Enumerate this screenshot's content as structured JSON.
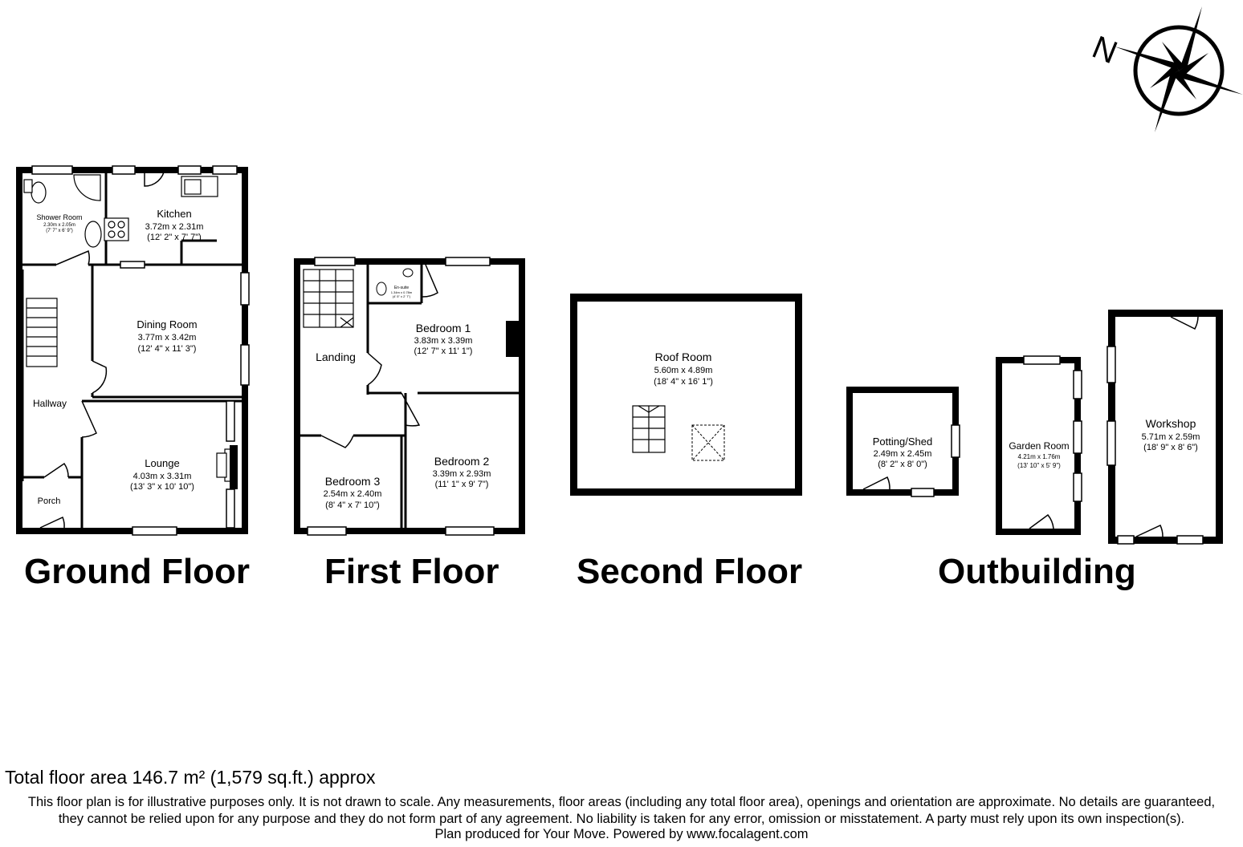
{
  "floors": {
    "ground": "Ground Floor",
    "first": "First Floor",
    "second": "Second Floor",
    "outbuilding": "Outbuilding"
  },
  "rooms": {
    "shower": {
      "name": "Shower Room",
      "m": "2.30m x 2.05m",
      "ft": "(7' 7\" x 6' 9\")"
    },
    "kitchen": {
      "name": "Kitchen",
      "m": "3.72m x 2.31m",
      "ft": "(12' 2\" x 7' 7\")"
    },
    "dining": {
      "name": "Dining Room",
      "m": "3.77m x 3.42m",
      "ft": "(12' 4\" x 11' 3\")"
    },
    "hallway": {
      "name": "Hallway"
    },
    "lounge": {
      "name": "Lounge",
      "m": "4.03m x 3.31m",
      "ft": "(13' 3\" x 10' 10\")"
    },
    "porch": {
      "name": "Porch"
    },
    "landing": {
      "name": "Landing"
    },
    "ensuite": {
      "name": "En-suite",
      "m": "1.34m x 0.78m",
      "ft": "(4' 5\" x 2' 7\")"
    },
    "bed1": {
      "name": "Bedroom 1",
      "m": "3.83m x 3.39m",
      "ft": "(12' 7\" x 11' 1\")"
    },
    "bed2": {
      "name": "Bedroom 2",
      "m": "3.39m x 2.93m",
      "ft": "(11' 1\" x 9' 7\")"
    },
    "bed3": {
      "name": "Bedroom 3",
      "m": "2.54m x 2.40m",
      "ft": "(8' 4\" x 7' 10\")"
    },
    "roof": {
      "name": "Roof Room",
      "m": "5.60m x 4.89m",
      "ft": "(18' 4\" x 16' 1\")"
    },
    "potting": {
      "name": "Potting/Shed",
      "m": "2.49m x 2.45m",
      "ft": "(8' 2\" x 8' 0\")"
    },
    "garden": {
      "name": "Garden Room",
      "m": "4.21m x 1.76m",
      "ft": "(13' 10\" x 5' 9\")"
    },
    "workshop": {
      "name": "Workshop",
      "m": "5.71m x 2.59m",
      "ft": "(18' 9\" x 8' 6\")"
    }
  },
  "compass": {
    "label": "N",
    "icon": "compass-rose-icon"
  },
  "footer": {
    "total": "Total floor area 146.7 m² (1,579 sq.ft.) approx",
    "line1": "This floor plan is for illustrative purposes only. It is not drawn to scale. Any measurements, floor areas (including any total floor area), openings and orientation are approximate. No details are guaranteed,",
    "line2": "they cannot be relied upon for any purpose and they do not form part of any agreement. No liability is taken for any error, omission or misstatement. A party must rely upon its own inspection(s).",
    "line3": "Plan produced for Your Move. Powered by www.focalagent.com"
  }
}
